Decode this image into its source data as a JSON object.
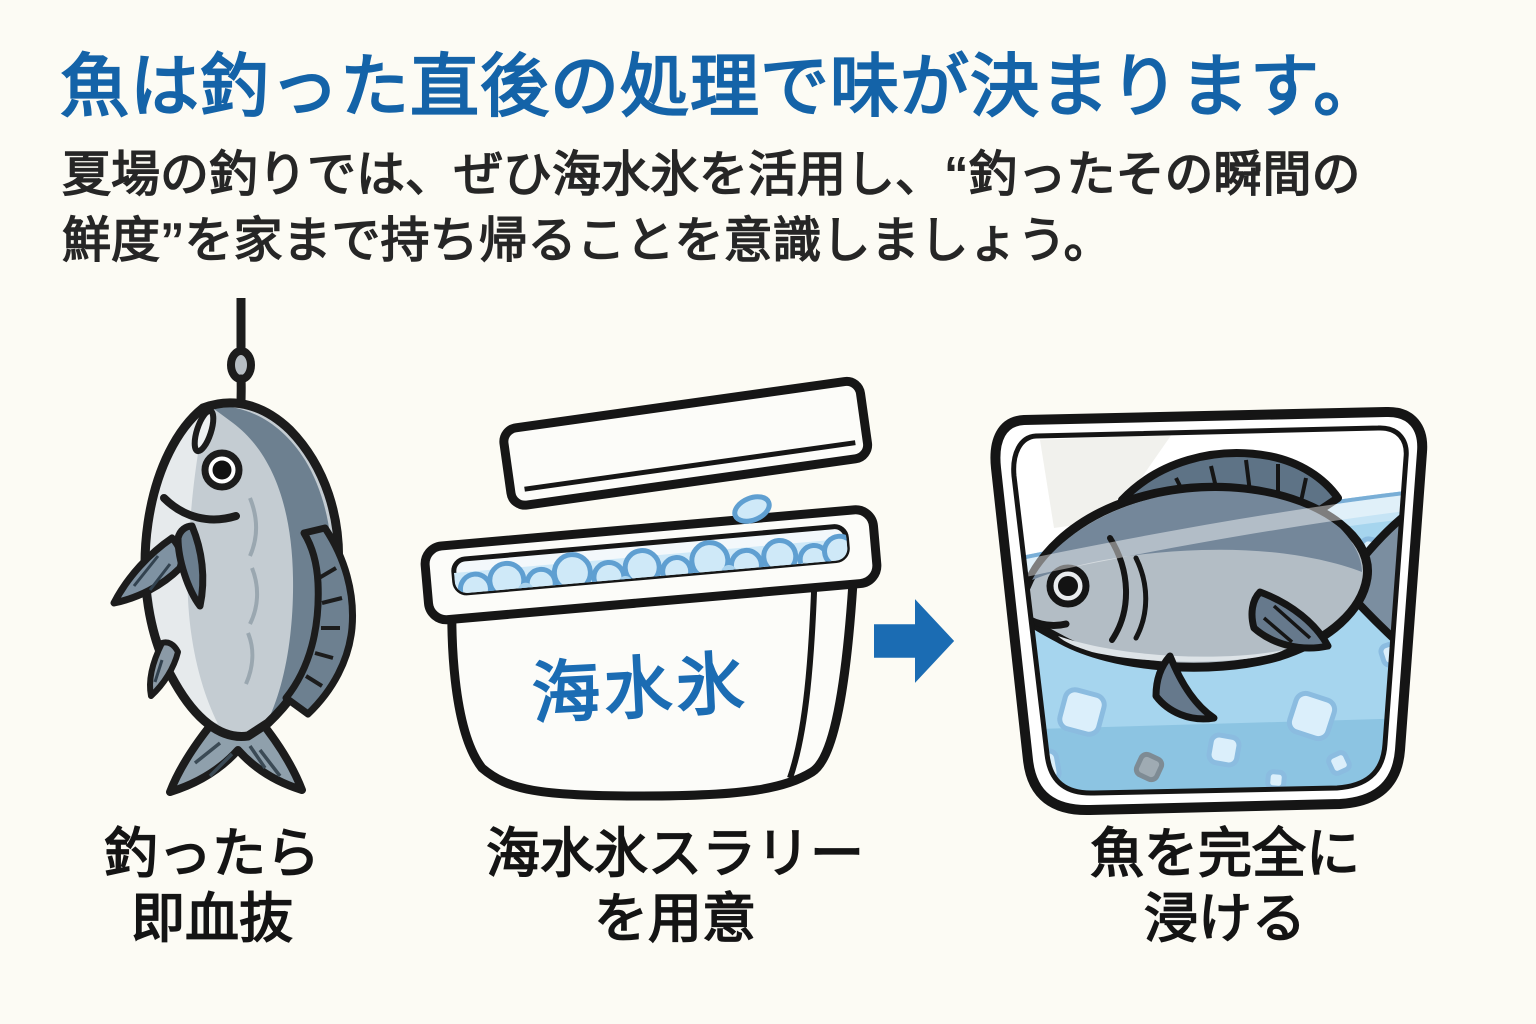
{
  "colors": {
    "background": "#fcfbf4",
    "title_blue": "#1463a8",
    "accent_blue": "#1b6cb3",
    "water_blue": "#a6d5ee",
    "text_dark": "#141414"
  },
  "header": {
    "title": "魚は釣った直後の処理で味が決まります。",
    "subtitle_line1": "夏場の釣りでは、ぜひ海水氷を活用し、“釣ったその瞬間の",
    "subtitle_line2": "鮮度”を家まで持ち帰ることを意識しましょう。"
  },
  "steps": [
    {
      "id": "bleed-immediately",
      "icon": "fish-on-hook-illustration",
      "caption_line1": "釣ったら",
      "caption_line2": "即血抜"
    },
    {
      "id": "prepare-slurry",
      "icon": "cooler-box-illustration",
      "box_label": "海水氷",
      "caption_line1": "海水氷スラリー",
      "caption_line2": "を用意"
    },
    {
      "id": "submerge-fish",
      "icon": "fish-in-ice-water-illustration",
      "caption_line1": "魚を完全に",
      "caption_line2": "浸ける"
    }
  ],
  "arrow": {
    "icon": "right-arrow-icon"
  }
}
